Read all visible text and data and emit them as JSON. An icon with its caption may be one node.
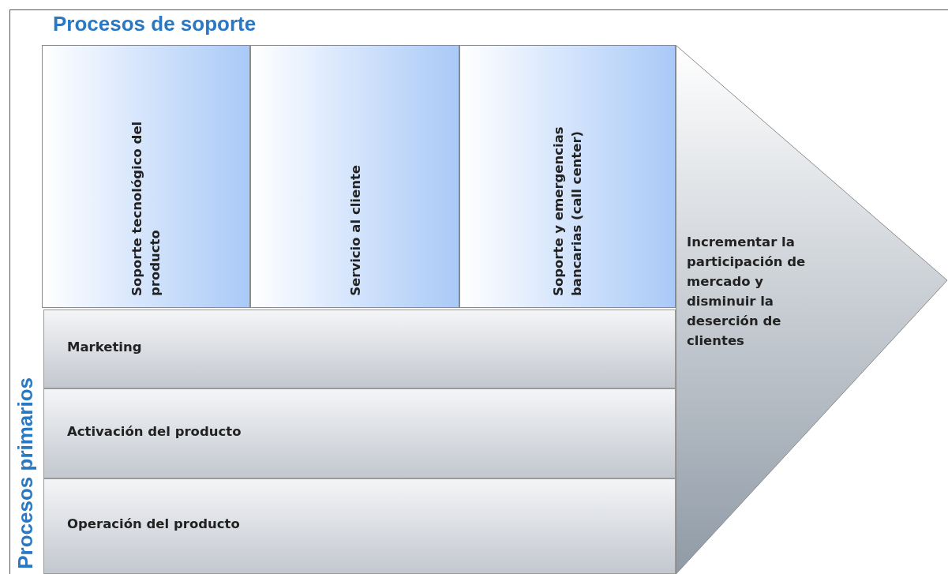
{
  "diagram": {
    "nodes": [
      {
        "text": [
          "Soporte tecnológico del producto"
        ]
      },
      {
        "text": [
          "Servicio al cliente"
        ]
      },
      {
        "text": [
          "Soporte y emergencias bancarias (call center)"
        ]
      },
      {
        "text": [
          "Marketing"
        ]
      },
      {
        "text": [
          "Activación del producto"
        ]
      },
      {
        "text": [
          "Operación del producto"
        ]
      },
      {
        "text": [
          "Incrementar la participación de mercado y disminuir la deserción de clientes"
        ]
      }
    ],
    "labels": [
      "Procesos de soporte",
      "Procesos primarios"
    ]
  }
}
